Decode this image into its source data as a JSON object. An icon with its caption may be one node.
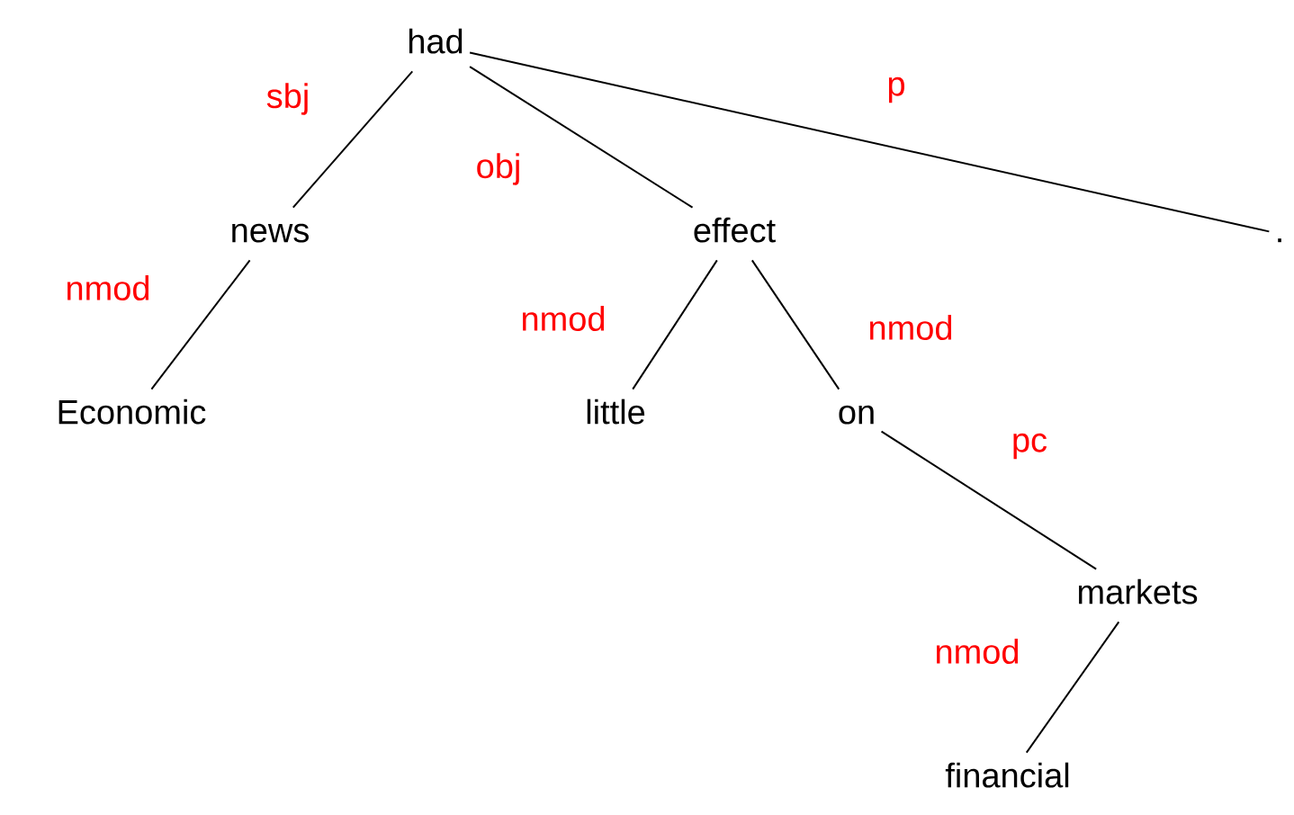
{
  "diagram": {
    "nodes": [
      {
        "text": [
          "had"
        ]
      },
      {
        "text": [
          "news"
        ]
      },
      {
        "text": [
          "effect"
        ]
      },
      {
        "text": [
          "."
        ]
      },
      {
        "text": [
          "Economic"
        ]
      },
      {
        "text": [
          "little"
        ]
      },
      {
        "text": [
          "on"
        ]
      },
      {
        "text": [
          "markets"
        ]
      },
      {
        "text": [
          "financial"
        ]
      }
    ],
    "edges": [
      {
        "from": 0,
        "to": 1,
        "arrow": "none",
        "label": "sbj"
      },
      {
        "from": 0,
        "to": 2,
        "arrow": "none",
        "label": "obj"
      },
      {
        "from": 0,
        "to": 3,
        "arrow": "none",
        "label": "p"
      },
      {
        "from": 1,
        "to": 4,
        "arrow": "none",
        "label": "nmod"
      },
      {
        "from": 2,
        "to": 5,
        "arrow": "none",
        "label": "nmod"
      },
      {
        "from": 2,
        "to": 6,
        "arrow": "none",
        "label": "nmod"
      },
      {
        "from": 6,
        "to": 7,
        "arrow": "none",
        "label": "pc"
      },
      {
        "from": 7,
        "to": 8,
        "arrow": "none",
        "label": "nmod"
      }
    ]
  }
}
